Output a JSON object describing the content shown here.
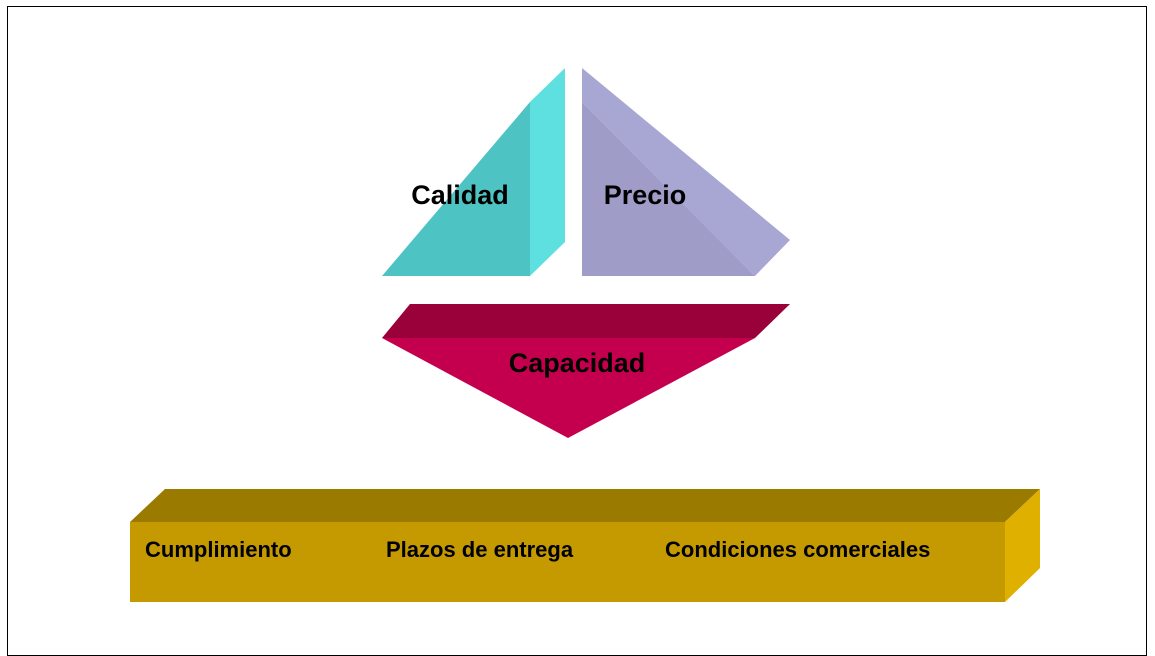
{
  "diagram": {
    "quality": {
      "label": "Calidad",
      "color": "#4EC3C3",
      "highlight": "#5EE0E0"
    },
    "price": {
      "label": "Precio",
      "color": "#A09CC8",
      "highlight": "#A8A6D2"
    },
    "capacity": {
      "label": "Capacidad",
      "color": "#C4004E",
      "highlight": "#9A003A"
    },
    "base": {
      "color": "#C49A00",
      "top_color": "#9B7A00",
      "side_color": "#E0B000",
      "items": [
        "Cumplimiento",
        "Plazos de entrega",
        "Condiciones comerciales"
      ]
    }
  }
}
